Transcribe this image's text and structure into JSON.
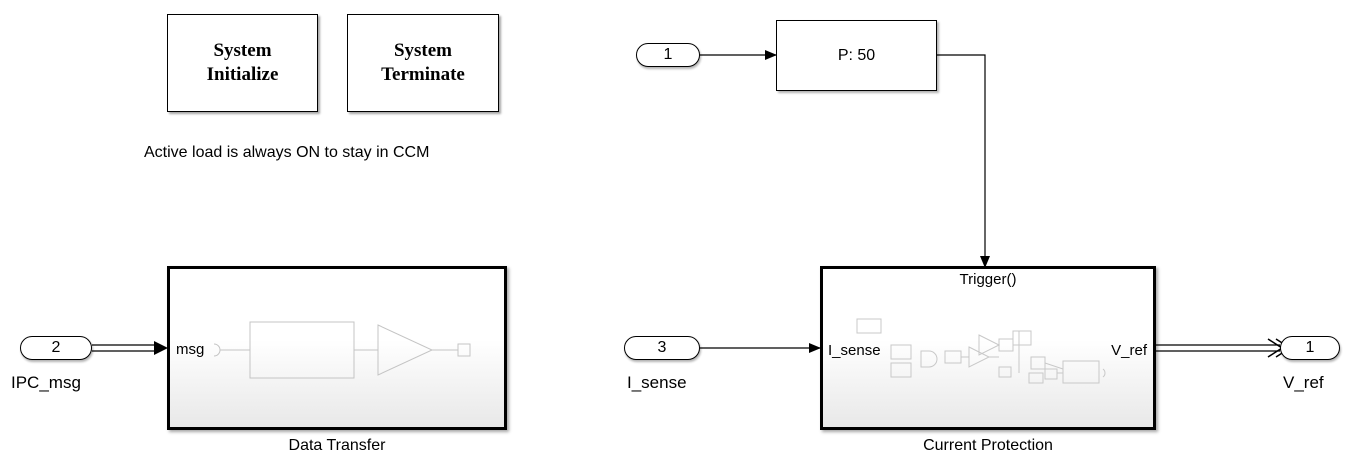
{
  "blocks": {
    "init": {
      "line1": "System",
      "line2": "Initialize"
    },
    "term": {
      "line1": "System",
      "line2": "Terminate"
    },
    "annotation": "Active load is always ON to stay in CCM",
    "pulse_gen": "P: 50",
    "data_transfer": {
      "name": "Data Transfer",
      "in_port": "msg"
    },
    "current_protection": {
      "name": "Current Protection",
      "trigger": "Trigger()",
      "in_port": "I_sense",
      "out_port": "V_ref"
    }
  },
  "ports": {
    "in1": {
      "number": "1",
      "label": ""
    },
    "in2": {
      "number": "2",
      "label": "IPC_msg"
    },
    "in3": {
      "number": "3",
      "label": "I_sense"
    },
    "out1": {
      "number": "1",
      "label": "V_ref"
    }
  }
}
